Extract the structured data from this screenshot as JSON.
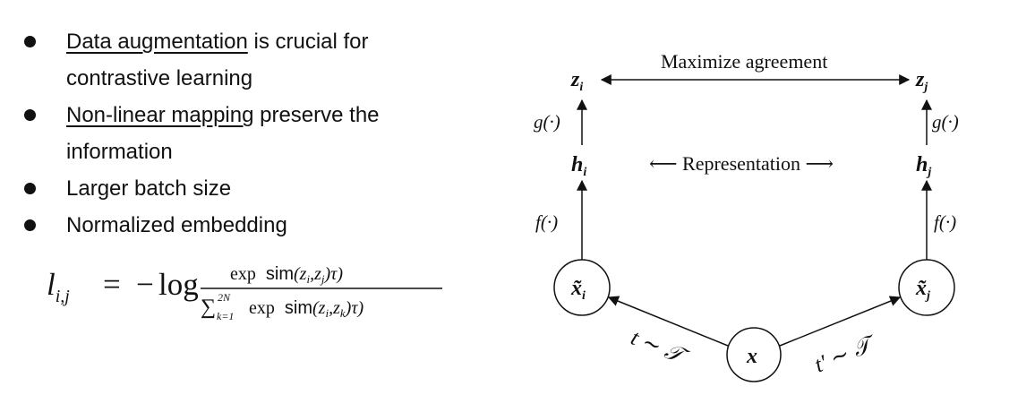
{
  "bullets": [
    {
      "underlined": "Data augmentation",
      "rest": " is crucial for",
      "continuation": "contrastive learning"
    },
    {
      "underlined": "Non-linear mapping",
      "rest": " preserve the",
      "continuation": "information"
    },
    {
      "underlined": "",
      "rest": "Larger batch size",
      "continuation": ""
    },
    {
      "underlined": "",
      "rest": "Normalized embedding",
      "continuation": ""
    }
  ],
  "formula": {
    "lhs": "l",
    "lhs_sub": "i,j",
    "equals": "=",
    "minus": "−",
    "log": "log",
    "numerator_exp": "exp",
    "numerator_sim": "sim",
    "numerator_args": "(z",
    "numerator_i": "i",
    "numerator_comma": ",z",
    "numerator_j": "j",
    "numerator_tail": ")τ)",
    "sum": "∑",
    "sum_upper": "2N",
    "sum_lower": "k=1",
    "denominator_exp": "exp",
    "denominator_sim": "sim",
    "denominator_args": "(z",
    "denominator_i": "i",
    "denominator_comma": ",z",
    "denominator_k": "k",
    "denominator_tail": ")τ)"
  },
  "diagram": {
    "top_label": "Maximize agreement",
    "middle_label": "⟵ Representation ⟶",
    "left_output": "z",
    "left_output_sub": "i",
    "right_output": "z",
    "right_output_sub": "j",
    "left_projection": "g(·)",
    "right_projection": "g(·)",
    "left_representation": "h",
    "left_representation_sub": "i",
    "right_representation": "h",
    "right_representation_sub": "j",
    "left_encoder": "f(·)",
    "right_encoder": "f(·)",
    "left_augmented": "x̃",
    "left_augmented_sub": "i",
    "right_augmented": "x̃",
    "right_augmented_sub": "j",
    "input": "x",
    "left_transform": "t ∼ 𝒯",
    "right_transform": "t′ ∼ 𝒯"
  }
}
